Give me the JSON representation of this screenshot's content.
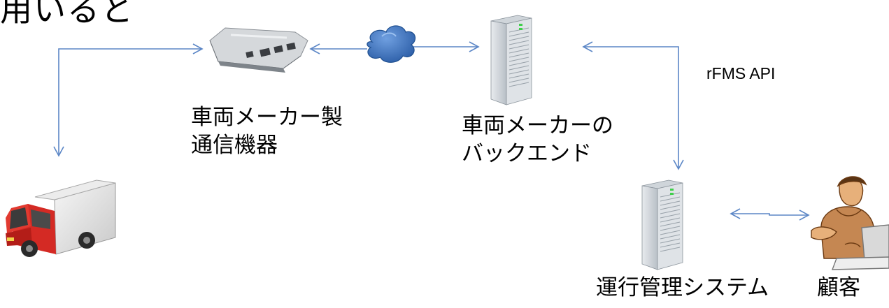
{
  "title_fragment": "用いると",
  "nodes": {
    "device": {
      "line1": "車両メーカー製",
      "line2": "通信機器",
      "icon": "telematics-unit-icon"
    },
    "cloud": {
      "icon": "cloud-icon"
    },
    "backend": {
      "line1": "車両メーカーの",
      "line2": "バックエンド",
      "icon": "server-icon"
    },
    "fleet_system": {
      "label": "運行管理システム",
      "icon": "server-icon"
    },
    "customer": {
      "label": "顧客",
      "icon": "person-at-computer-icon"
    },
    "truck": {
      "icon": "truck-icon"
    }
  },
  "edges": {
    "api_label": "rFMS API"
  },
  "colors": {
    "arrow": "#5b86c6",
    "truck_cab": "#d42a24",
    "cloud": "#3f78c0"
  }
}
